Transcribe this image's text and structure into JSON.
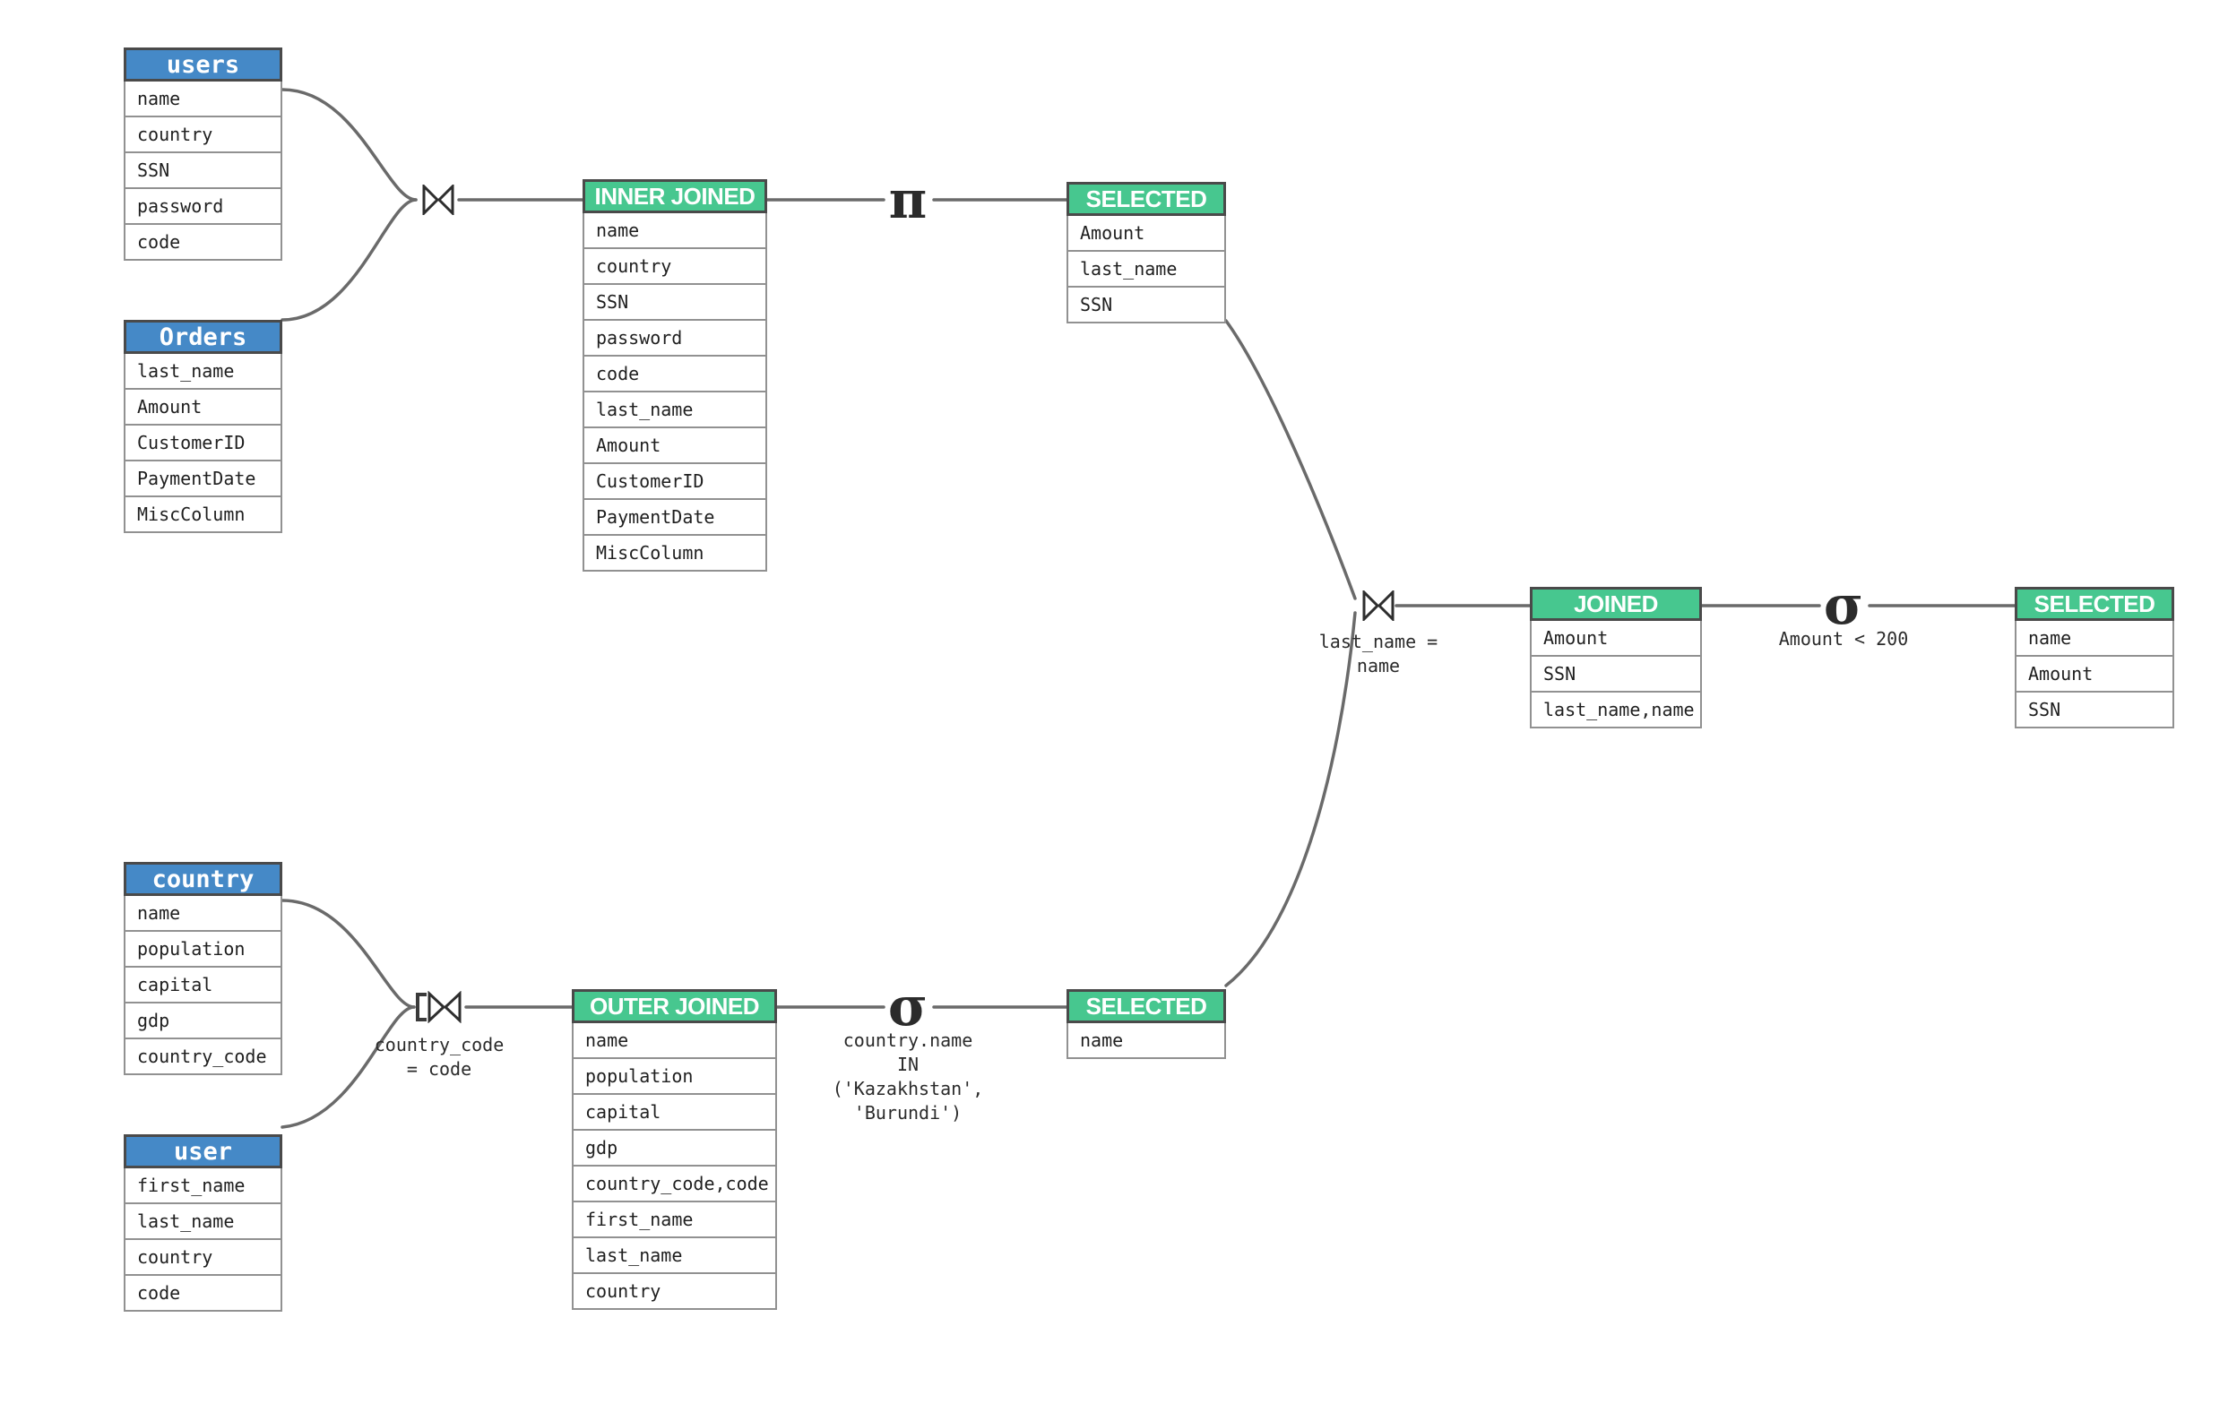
{
  "colors": {
    "blue_header": "#4589c7",
    "green_header": "#47c78f",
    "edge": "#6a6a6a",
    "header_border": "#4a4a4a",
    "cell_border": "#919191",
    "text": "#1f1f1f"
  },
  "tables": {
    "users": {
      "title": "users",
      "columns": [
        "name",
        "country",
        "SSN",
        "password",
        "code"
      ]
    },
    "orders": {
      "title": "Orders",
      "columns": [
        "last_name",
        "Amount",
        "CustomerID",
        "PaymentDate",
        "MiscColumn"
      ]
    },
    "inner_joined": {
      "title": "INNER JOINED",
      "columns": [
        "name",
        "country",
        "SSN",
        "password",
        "code",
        "last_name",
        "Amount",
        "CustomerID",
        "PaymentDate",
        "MiscColumn"
      ]
    },
    "selected_top": {
      "title": "SELECTED",
      "columns": [
        "Amount",
        "last_name",
        "SSN"
      ]
    },
    "joined": {
      "title": "JOINED",
      "columns": [
        "Amount",
        "SSN",
        "last_name,name"
      ]
    },
    "selected_final": {
      "title": "SELECTED",
      "columns": [
        "name",
        "Amount",
        "SSN"
      ]
    },
    "country": {
      "title": "country",
      "columns": [
        "name",
        "population",
        "capital",
        "gdp",
        "country_code"
      ]
    },
    "user": {
      "title": "user",
      "columns": [
        "first_name",
        "last_name",
        "country",
        "code"
      ]
    },
    "outer_joined": {
      "title": "OUTER JOINED",
      "columns": [
        "name",
        "population",
        "capital",
        "gdp",
        "country_code,code",
        "first_name",
        "last_name",
        "country"
      ]
    },
    "selected_countries": {
      "title": "SELECTED",
      "columns": [
        "name"
      ]
    }
  },
  "operators": {
    "inner_join": {
      "symbol": "⋈",
      "label": ""
    },
    "projection": {
      "symbol": "π",
      "label": ""
    },
    "outer_join": {
      "symbol": "⟕",
      "label": "country_code\n= code"
    },
    "selection_countries": {
      "symbol": "σ",
      "label": "country.name\nIN\n('Kazakhstan',\n'Burundi')"
    },
    "final_join": {
      "symbol": "⋈",
      "label": "last_name =\nname"
    },
    "selection_amount": {
      "symbol": "σ",
      "label": "Amount < 200"
    }
  }
}
